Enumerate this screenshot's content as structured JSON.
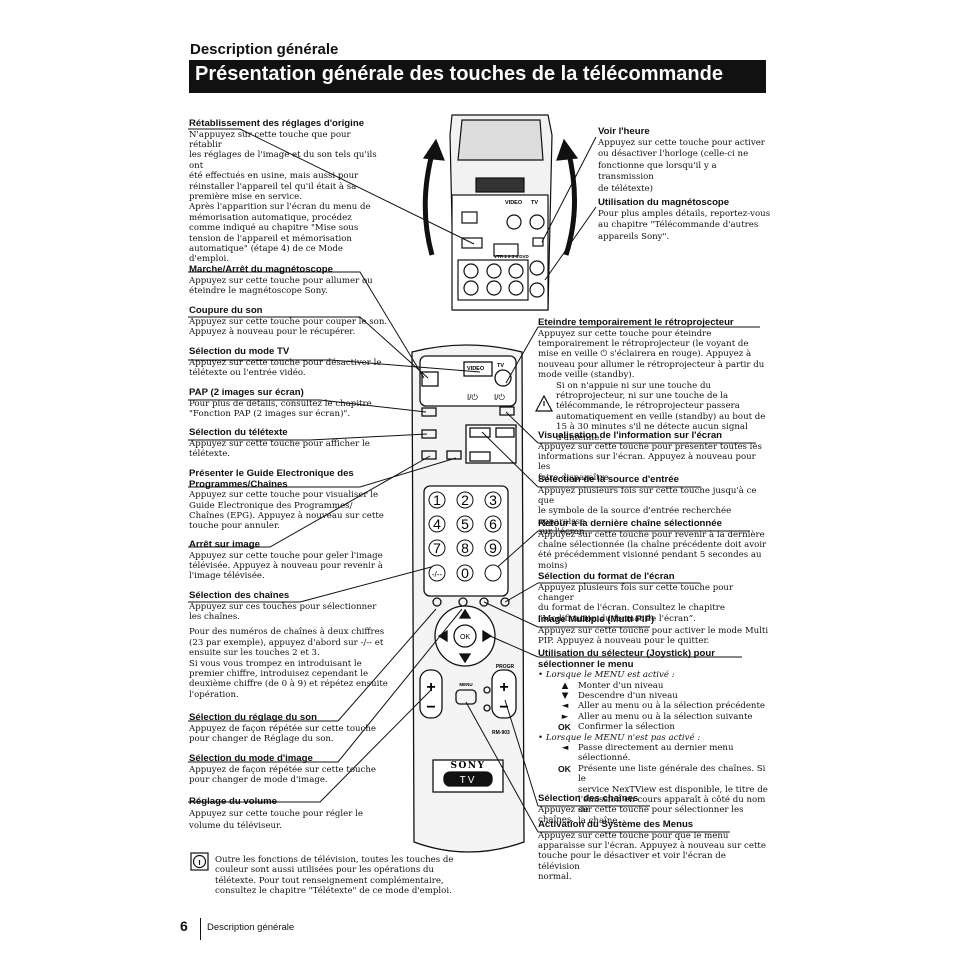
{
  "header": {
    "section": "Description générale",
    "title": "Présentation générale des touches de la télécommande"
  },
  "left": {
    "retablissement": {
      "title": "Rétablissement des réglages d'origine",
      "lines": [
        "N'appuyez sur cette touche que pour rétablir",
        "les réglages de l'image et du son tels qu'ils ont",
        "été effectués en usine, mais aussi pour",
        "réinstaller l'appareil tel qu'il était à sa",
        "première mise en service.",
        "Après l'apparition sur l'écran du menu de",
        "mémorisation automatique, procédez",
        "comme indiqué au chapitre \"Mise sous",
        "tension de l'appareil et mémorisation",
        "automatique\" (étape 4) de ce Mode d'emploi."
      ]
    },
    "magneto": {
      "title": "Marche/Arrêt du magnétoscope",
      "lines": [
        "Appuyez sur cette touche pour allumer ou",
        "éteindre le magnétoscope Sony."
      ]
    },
    "coupure": {
      "title": "Coupure du son",
      "lines": [
        "Appuyez sur cette touche pour couper le son.",
        "Appuyez à nouveau pour le récupérer."
      ]
    },
    "modetv": {
      "title": "Sélection du mode TV",
      "lines": [
        "Appuyez sur cette touche pour désactiver le",
        "télétexte ou l'entrée vidéo."
      ]
    },
    "pap": {
      "title": "PAP (2 images sur écran)",
      "lines": [
        "Pour plus de détails, consultez le chapitre",
        "\"Fonction PAP (2 images sur écran)\"."
      ]
    },
    "teletexte": {
      "title": "Sélection du télétexte",
      "lines": [
        "Appuyez sur cette touche pour afficher le",
        "télétexte."
      ]
    },
    "epg": {
      "title": "Présenter le Guide Electronique des Programmes/Chaînes",
      "lines": [
        "Appuyez sur cette touche pour visualiser le",
        "Guide Electronique des Programmes/",
        "Chaînes (EPG). Appuyez à nouveau sur cette",
        "touche pour annuler."
      ]
    },
    "arret": {
      "title": "Arrêt sur image",
      "lines": [
        "Appuyez sur cette touche pour geler l'image",
        "télévisée. Appuyez à nouveau pour revenir à",
        "l'image télévisée."
      ]
    },
    "chaines": {
      "title": "Sélection des chaînes",
      "lines": [
        "Appuyez sur ces touches pour sélectionner",
        "les chaînes."
      ],
      "lines2": [
        "Pour des numéros de chaînes à deux chiffres",
        "(23 par exemple), appuyez d'abord sur -/-- et",
        "ensuite sur les touches 2 et 3.",
        "Si vous vous trompez en introduisant le",
        "premier chiffre, introduisez cependant le",
        "deuxième chiffre (de 0 à 9) et répétez ensuite",
        "l'opération."
      ]
    },
    "son": {
      "title": "Sélection du réglage du son",
      "lines": [
        "Appuyez de façon répétée sur cette touche",
        "pour changer de Réglage du son."
      ]
    },
    "modeimage": {
      "title": "Sélection du mode d'image",
      "lines": [
        "Appuyez de façon répétée sur cette touche",
        "pour changer de mode d'image."
      ]
    },
    "volume": {
      "title": "Réglage du volume",
      "lines": [
        "Appuyez sur cette touche pour régler le",
        "volume du téléviseur."
      ]
    },
    "info": {
      "lines": [
        "Outre les fonctions de télévision, toutes les touches de",
        "couleur sont aussi utilisées pour les opérations du",
        "télétexte. Pour tout renseignement complémentaire,",
        "consultez le chapitre \"Télétexte\" de ce mode d'emploi."
      ]
    }
  },
  "right": {
    "heure": {
      "title": "Voir l'heure",
      "lines": [
        "Appuyez sur cette touche pour activer",
        "ou désactiver l'horloge (celle-ci ne",
        "fonctionne que lorsqu'il y a transmission",
        "de télétexte)"
      ]
    },
    "utilmagneto": {
      "title": "Utilisation du magnétoscope",
      "lines": [
        "Pour plus amples détails, reportez-vous",
        "au chapitre \"Télécommande d'autres",
        "appareils Sony\"."
      ]
    },
    "eteindre": {
      "title": "Eteindre temporairement le rétroprojecteur",
      "lines": [
        "Appuyez sur cette touche pour éteindre",
        "temporairement le rétroprojecteur (le voyant de",
        "mise en veille ⏻ s'éclairera en rouge). Appuyez à",
        "nouveau pour allumer le rétroprojecteur à partir du",
        "mode veille (standby)."
      ],
      "lines2": [
        "Si on n'appuie ni sur une touche du",
        "rétroprojecteur, ni sur une touche de la",
        "télécommande, le rétroprojecteur passera",
        "automatiquement en veille (standby) au bout de",
        "15 à 30 minutes s'il ne détecte aucun signal",
        "d'antenne."
      ]
    },
    "visu": {
      "title": "Visualisation de l'information sur l'écran",
      "lines": [
        "Appuyez sur cette touche pour présenter toutes les",
        "informations sur l'écran. Appuyez à nouveau pour les",
        "faire disparaître."
      ]
    },
    "source": {
      "title": "Sélection de la source d'entrée",
      "lines": [
        "Appuyez plusieurs fois sur cette touche jusqu'à ce que",
        "le symbole de la source d'entrée recherchée apparaisse",
        "sur l'écran."
      ]
    },
    "retour": {
      "title": "Retour à la dernière chaîne sélectionnée",
      "lines": [
        "Appuyez sur cette touche pour revenir à la dernière",
        "chaîne sélectionnée (la chaîne précédente doit avoir",
        "été précédemment visionné pendant 5 secondes au",
        "moins)"
      ]
    },
    "format": {
      "title": "Sélection du format de l'écran",
      "lines": [
        "Appuyez plusieurs fois sur cette touche pour changer",
        "du format de l'écran. Consultez le chapitre",
        "“Modification du format de l'écran”."
      ]
    },
    "multi": {
      "title": "Image Multiple (Multi PIP)",
      "lines": [
        "Appuyez sur cette touche pour activer le mode Multi",
        "PIP. Appuyez à nouveau pour le quitter."
      ]
    },
    "joystick": {
      "title": "Utilisation du sélecteur (Joystick) pour sélectionner le menu",
      "menu_active": "Lorsque le MENU est activé :",
      "items_active": [
        {
          "sym": "▲",
          "text": "Monter d'un niveau"
        },
        {
          "sym": "▼",
          "text": "Descendre d'un niveau"
        },
        {
          "sym": "◄",
          "text": "Aller au menu ou à la sélection précédente"
        },
        {
          "sym": "►",
          "text": "Aller au menu ou à la sélection suivante"
        },
        {
          "sym": "OK",
          "text": "Confirmer la sélection"
        }
      ],
      "menu_inactive": "Lorsque le MENU n'est pas activé :",
      "inactive_arrow": {
        "sym": "◄",
        "lines": [
          "Passe directement au dernier menu",
          "sélectionné."
        ]
      },
      "inactive_ok": {
        "sym": "OK",
        "lines": [
          "Présente une liste générale des chaînes. Si le",
          "service NexTView est disponible, le titre de",
          "l'émission en cours apparaît à côté du nom de",
          "la chaîne."
        ]
      },
      "bullet": "•"
    },
    "selchaines": {
      "title": "Sélection des chaînes",
      "lines": [
        "Appuyez sur cette touche pour sélectionner les chaînes."
      ]
    },
    "activation": {
      "title": "Activation du Système des Menus",
      "lines": [
        "Appuyez sur cette touche pour que le menu",
        "apparaisse sur l'écran. Appuyez à nouveau sur cette",
        "touche pour le désactiver et voir l'écran de télévision",
        "normal."
      ]
    }
  },
  "remote": {
    "video": "VIDEO",
    "tv": "TV",
    "power_symbol": "I/⏻",
    "keys": [
      "1",
      "2",
      "3",
      "4",
      "5",
      "6",
      "7",
      "8",
      "9",
      "0"
    ],
    "dash": "-/--",
    "ok": "OK",
    "menu": "MENU",
    "progr": "PROGR",
    "model": "RM-903",
    "brand": "SONY",
    "tvlabel": "TV",
    "vtr": "VTR 1 2 3 4 DVD",
    "plus": "+",
    "minus": "−"
  },
  "footer": {
    "page": "6",
    "text": "Description générale"
  }
}
